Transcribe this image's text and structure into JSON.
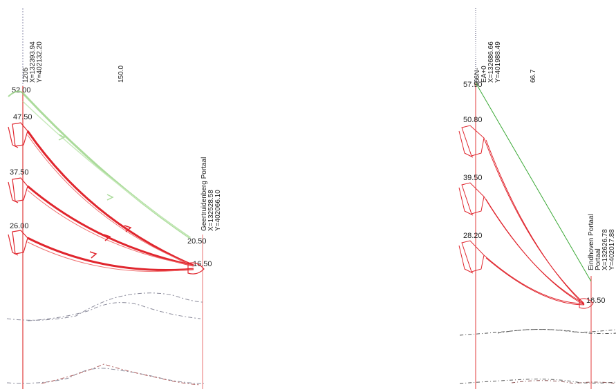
{
  "left_panel": {
    "tower": {
      "id": "1205",
      "x_coord": "X=132393.94",
      "y_coord": "Y=402132.20"
    },
    "span_label": "150.0",
    "tower_heights": [
      "52.00",
      "47.50",
      "37.50",
      "26.00"
    ],
    "portal": {
      "name": "Geertruidenberg Portaal",
      "x_coord": "X=132528.58",
      "y_coord": "Y=402066.10"
    },
    "end_heights": [
      "20.50",
      "16.50"
    ],
    "colors": {
      "earth_wire": "#8fd07a",
      "conductor": "#e0262e",
      "axis": "#e03a3a",
      "ground_lines": "#8a8a9a"
    }
  },
  "right_panel": {
    "tower": {
      "id": "66N-",
      "ea": "EA+0",
      "x_coord": "X=132686.66",
      "y_coord": "Y=401988.49"
    },
    "span_label": "66.7",
    "tower_heights": [
      "57.90",
      "50.80",
      "39.50",
      "28.20"
    ],
    "portal": {
      "name": "Eindhoven Portaal",
      "sub": "Portaal",
      "x_coord": "X=132626.78",
      "y_coord": "Y=402017.88"
    },
    "end_heights": [
      "16.50"
    ],
    "colors": {
      "earth_wire": "#3aa835",
      "conductor": "#e0262e",
      "axis": "#e03a3a",
      "ground_lines": "#555555"
    }
  }
}
